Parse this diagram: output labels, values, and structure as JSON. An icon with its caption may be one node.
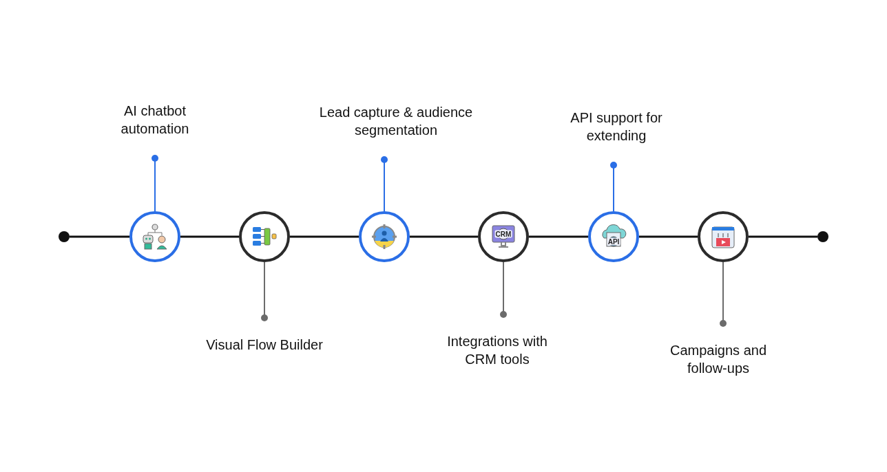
{
  "diagram": {
    "nodes": [
      {
        "text": [],
        "shape": "circle"
      },
      {
        "text": [],
        "shape": "circle"
      },
      {
        "text": [],
        "shape": "circle"
      },
      {
        "text": [],
        "shape": "circle"
      },
      {
        "text": [],
        "shape": "circle"
      },
      {
        "text": [],
        "shape": "circle"
      },
      {
        "text": [],
        "shape": "circle"
      },
      {
        "text": [
          "AI chatbot automation"
        ]
      },
      {
        "text": [
          "Visual Flow Builder"
        ]
      },
      {
        "text": [
          "Lead capture & audience segmentation"
        ]
      },
      {
        "text": [
          "Integrations with CRM tools"
        ]
      },
      {
        "text": [
          "API support for extending"
        ]
      },
      {
        "text": [
          "Campaigns and follow-ups"
        ]
      },
      {
        "text": [],
        "shape": "circle"
      }
    ],
    "edges": [
      {
        "from": 0,
        "to": 1,
        "arrow": "none"
      },
      {
        "from": 1,
        "to": 2,
        "arrow": "none"
      },
      {
        "from": 2,
        "to": 3,
        "arrow": "none"
      },
      {
        "from": 3,
        "to": 4,
        "arrow": "none"
      },
      {
        "from": 4,
        "to": 5,
        "arrow": "none"
      },
      {
        "from": 5,
        "to": 6,
        "arrow": "none"
      },
      {
        "from": 6,
        "to": 13,
        "arrow": "none"
      },
      {
        "from": 1,
        "to": 7,
        "arrow": "other",
        "color": "#2a6ee6"
      },
      {
        "from": 2,
        "to": 8,
        "arrow": "other",
        "color": "#6b6b6b"
      },
      {
        "from": 3,
        "to": 9,
        "arrow": "other",
        "color": "#2a6ee6"
      },
      {
        "from": 4,
        "to": 10,
        "arrow": "other",
        "color": "#6b6b6b"
      },
      {
        "from": 5,
        "to": 11,
        "arrow": "other",
        "color": "#2a6ee6"
      },
      {
        "from": 6,
        "to": 12,
        "arrow": "other",
        "color": "#6b6b6b"
      }
    ],
    "labels": [
      "CRM",
      "API"
    ]
  }
}
